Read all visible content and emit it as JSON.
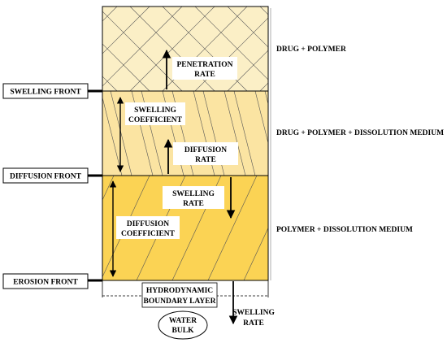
{
  "fronts": {
    "swelling": "SWELLING FRONT",
    "diffusion": "DIFFUSION FRONT",
    "erosion": "EROSION FRONT"
  },
  "layers": {
    "top": "DRUG + POLYMER",
    "middle": "DRUG + POLYMER + DISSOLUTION MEDIUM",
    "bottom": "POLYMER + DISSOLUTION MEDIUM"
  },
  "arrows": {
    "penetration_rate": [
      "PENETRATION",
      "RATE"
    ],
    "swelling_coefficient": [
      "SWELLING",
      "COEFFICIENT"
    ],
    "diffusion_rate": [
      "DIFFUSION",
      "RATE"
    ],
    "swelling_rate_inner": [
      "SWELLING",
      "RATE"
    ],
    "diffusion_coefficient": [
      "DIFFUSION",
      "COEFFICIENT"
    ],
    "swelling_rate_outer": [
      "SWELLING",
      "RATE"
    ]
  },
  "boundary_layer": [
    "HYDRODYNAMIC",
    "BOUNDARY LAYER"
  ],
  "water_bulk": [
    "WATER",
    "BULK"
  ],
  "colors": {
    "top_layer": "#fbefc6",
    "middle_layer": "#fbe4a2",
    "bottom_layer": "#fbd354",
    "line": "#000000"
  }
}
